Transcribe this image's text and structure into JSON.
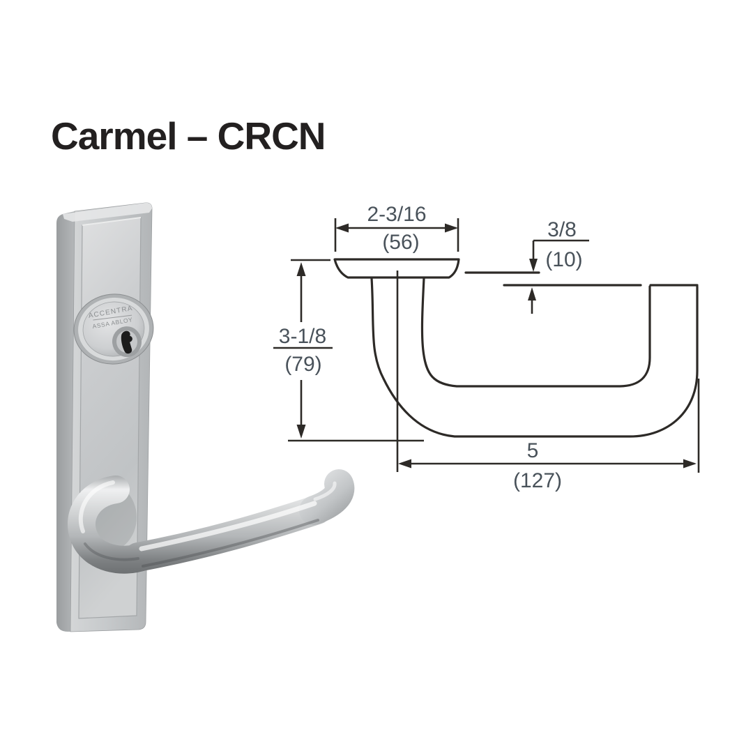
{
  "title": "Carmel – CRCN",
  "photo": {
    "brand_line1": "ACCENTRA",
    "brand_line2": "ASSA ABLOY"
  },
  "diagram": {
    "dimensions": {
      "rose_width": {
        "inches": "2-3/16",
        "mm": "(56)"
      },
      "offset": {
        "inches": "3/8",
        "mm": "(10)"
      },
      "projection": {
        "inches": "3-1/8",
        "mm": "(79)"
      },
      "length": {
        "inches": "5",
        "mm": "(127)"
      }
    }
  },
  "colors": {
    "background": "#ffffff",
    "title_ink": "#232020",
    "drawing_line": "#2d2a27",
    "dimension_text": "#49525a",
    "metal_light": "#eceded",
    "metal_mid": "#c3c6c8",
    "metal_dark": "#8f9294"
  }
}
